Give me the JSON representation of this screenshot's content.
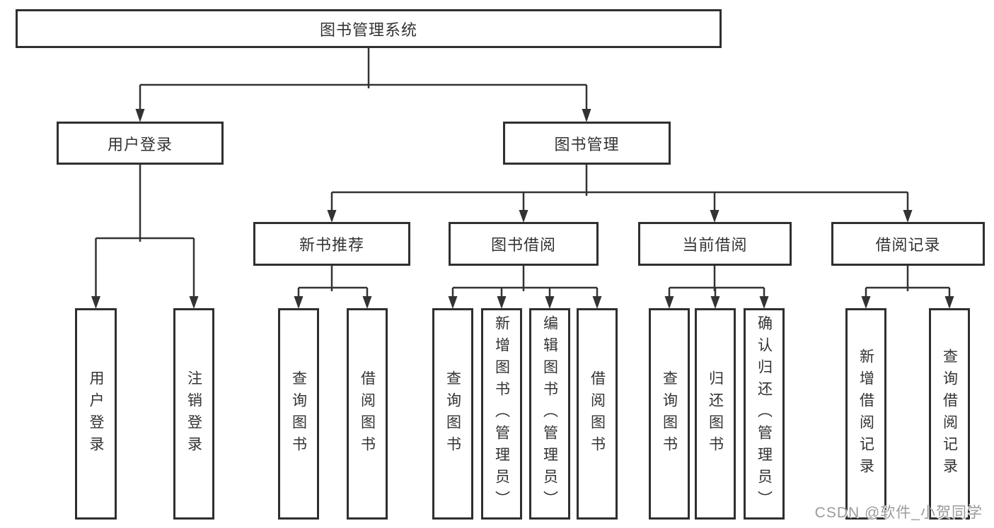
{
  "diagram": {
    "title": "图书管理系统",
    "root": {
      "label": "图书管理系统"
    },
    "level2": [
      {
        "id": "user-login",
        "label": "用户登录"
      },
      {
        "id": "book-management",
        "label": "图书管理"
      }
    ],
    "level3": [
      {
        "id": "new-book-recommendation",
        "parent": "book-management",
        "label": "新书推荐"
      },
      {
        "id": "book-borrowing",
        "parent": "book-management",
        "label": "图书借阅"
      },
      {
        "id": "current-borrowing",
        "parent": "book-management",
        "label": "当前借阅"
      },
      {
        "id": "borrowing-records",
        "parent": "book-management",
        "label": "借阅记录"
      }
    ],
    "leaves": [
      {
        "parent": "user-login",
        "label": "用户登录"
      },
      {
        "parent": "user-login",
        "label": "注销登录"
      },
      {
        "parent": "new-book-recommendation",
        "label": "查询图书"
      },
      {
        "parent": "new-book-recommendation",
        "label": "借阅图书"
      },
      {
        "parent": "book-borrowing",
        "label": "查询图书"
      },
      {
        "parent": "book-borrowing",
        "label": "新增图书（管理员）"
      },
      {
        "parent": "book-borrowing",
        "label": "编辑图书（管理员）"
      },
      {
        "parent": "book-borrowing",
        "label": "借阅图书"
      },
      {
        "parent": "current-borrowing",
        "label": "查询图书"
      },
      {
        "parent": "current-borrowing",
        "label": "归还图书"
      },
      {
        "parent": "current-borrowing",
        "label": "确认归还（管理员）"
      },
      {
        "parent": "borrowing-records",
        "label": "新增借阅记录"
      },
      {
        "parent": "borrowing-records",
        "label": "查询借阅记录"
      }
    ]
  },
  "watermark": {
    "text": "CSDN @软件_小贺同学"
  },
  "colors": {
    "background": "#ffffff",
    "line": "#333333",
    "box_border": "#2f2f2f",
    "text": "#333333",
    "watermark": "#9b9b9b"
  }
}
